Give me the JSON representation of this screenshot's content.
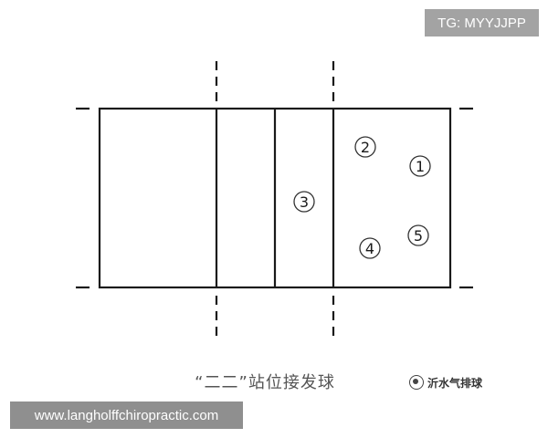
{
  "watermark_tag": "TG: MYYJJPP",
  "caption": "“二二”站位接发球",
  "logo_text": "沂水气排球",
  "url": "www.langholffchiropractic.com",
  "diagram": {
    "players": [
      {
        "number": "1"
      },
      {
        "number": "2"
      },
      {
        "number": "3"
      },
      {
        "number": "4"
      },
      {
        "number": "5"
      }
    ]
  },
  "colors": {
    "line": "#1a1a1a",
    "tag_bg": "#a3a3a3",
    "url_bg": "#8f8f8f",
    "caption": "#555555"
  }
}
